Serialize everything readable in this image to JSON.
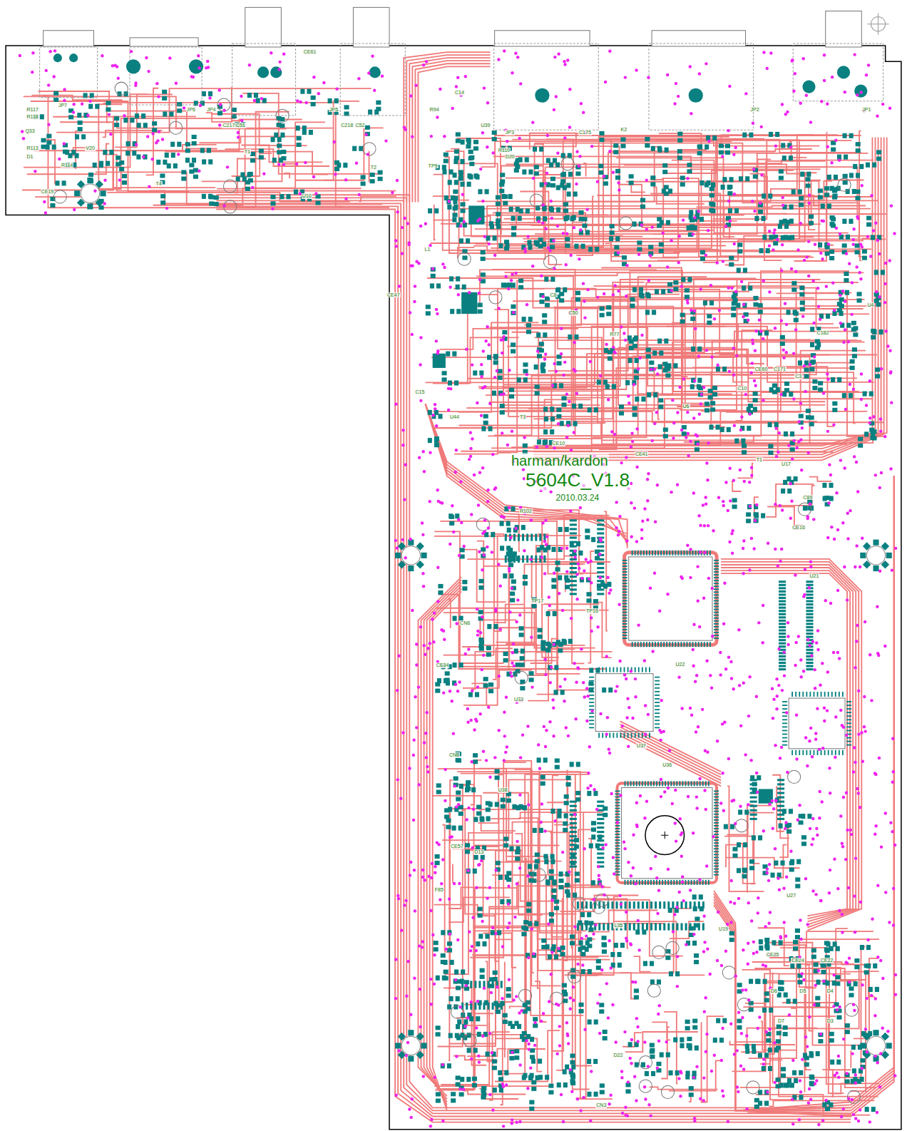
{
  "diagram": {
    "labels": [
      "harman/kardon",
      "5604C_V1.8",
      "2010.03.24",
      "JP7",
      "JP6",
      "JP4",
      "JP5",
      "JP3",
      "JP2",
      "JP1",
      "U39",
      "D20",
      "Q33",
      "D1",
      "CE19",
      "R117",
      "R118",
      "R113",
      "V20",
      "T4",
      "T1",
      "T2",
      "CE61",
      "C217",
      "C51",
      "C218",
      "C52",
      "U10",
      "C175",
      "K2",
      "TP9",
      "CE47",
      "L1",
      "U44",
      "C15",
      "T3",
      "CE10",
      "T1",
      "U17",
      "C89",
      "CE16",
      "U21",
      "U22",
      "U37",
      "U36",
      "U38",
      "U33",
      "CN6",
      "CN8",
      "CE34",
      "L35",
      "CN3",
      "CE22",
      "CE24",
      "CE25",
      "D5",
      "D6",
      "D4",
      "D7",
      "D3",
      "F85",
      "TP17",
      "TP16",
      "CE57",
      "D13",
      "C8",
      "C50",
      "C10",
      "CE60",
      "C171",
      "C3",
      "C182",
      "R77",
      "U4",
      "U6",
      "CE41",
      "R102",
      "U19",
      "D22",
      "R114",
      "R110",
      "U27",
      "C14",
      "R94"
    ]
  }
}
